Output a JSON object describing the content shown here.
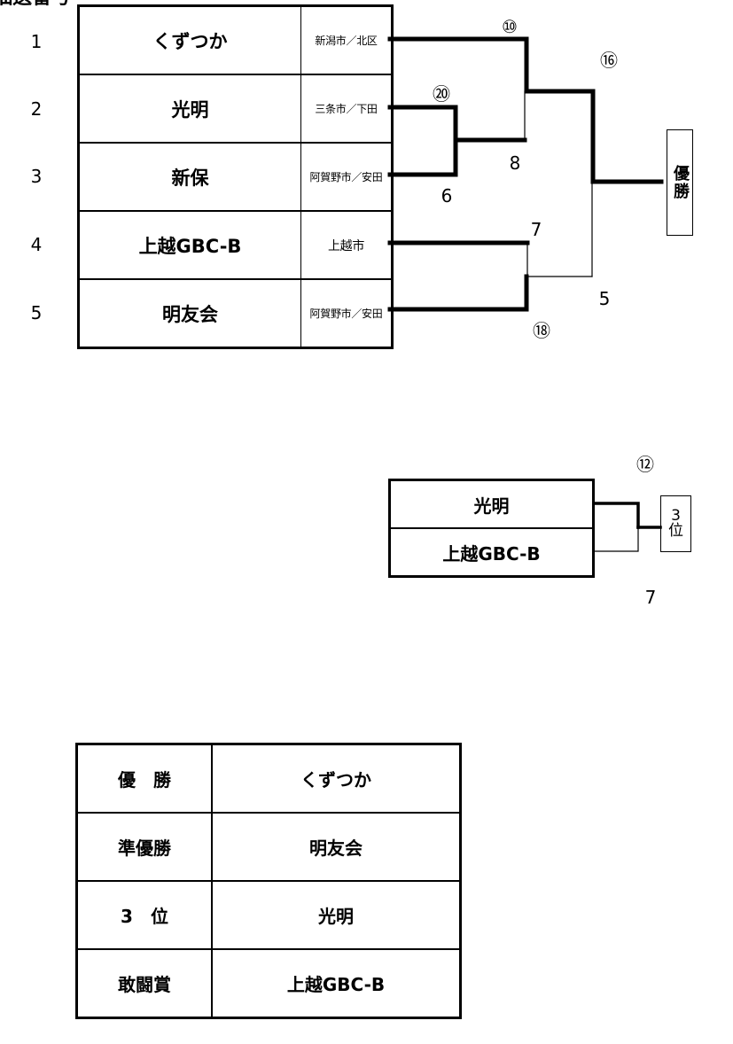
{
  "title_fragment": "抽選番号",
  "teams": [
    {
      "seed": "1",
      "name": "くずつか",
      "city": "新潟市／北区"
    },
    {
      "seed": "2",
      "name": "光明",
      "city": "三条市／下田"
    },
    {
      "seed": "3",
      "name": "新保",
      "city": "阿賀野市／安田"
    },
    {
      "seed": "4",
      "name": "上越GBC-B",
      "city": "上越市"
    },
    {
      "seed": "5",
      "name": "明友会",
      "city": "阿賀野市／安田"
    }
  ],
  "bracket_scores": {
    "s10": "⑩",
    "s16": "⑯",
    "s20": "⑳",
    "s8": "8",
    "s6": "6",
    "s7": "7",
    "s5": "5",
    "s18": "⑱"
  },
  "champion_label": "優勝",
  "third_place_match": {
    "teams": [
      "光明",
      "上越GBC-B"
    ],
    "score_top": "⑫",
    "score_bottom": "7",
    "label_top": "3",
    "label_bottom": "位"
  },
  "results": [
    {
      "rank": "優　勝",
      "team": "くずつか"
    },
    {
      "rank": "準優勝",
      "team": "明友会"
    },
    {
      "rank": "3　位",
      "team": "光明"
    },
    {
      "rank": "敢闘賞",
      "team": "上越GBC-B"
    }
  ]
}
